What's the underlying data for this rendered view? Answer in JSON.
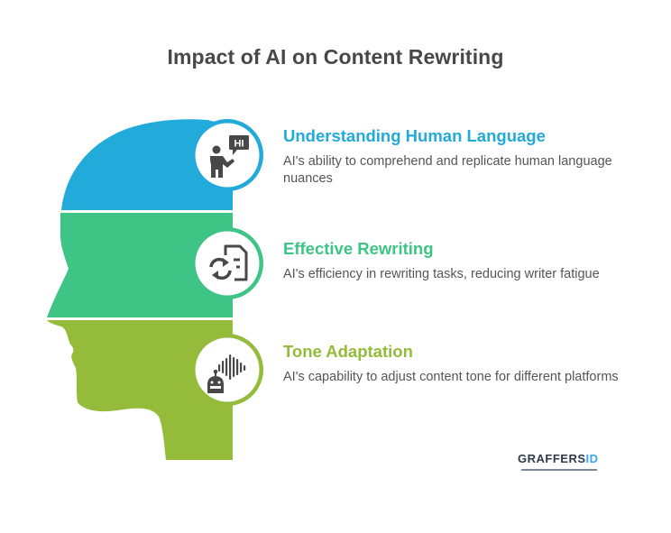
{
  "title": "Impact of AI on Content Rewriting",
  "colors": {
    "section1": "#22aadb",
    "section2": "#3ec585",
    "section3": "#94bb3a",
    "icon": "#484848",
    "body_text": "#555555",
    "title_text": "#484848"
  },
  "items": [
    {
      "heading": "Understanding Human Language",
      "description": "AI's ability to comprehend and replicate human language nuances",
      "icon": "person-speaking-hi-icon",
      "icon_text": "HI",
      "color": "#22aadb"
    },
    {
      "heading": "Effective Rewriting",
      "description": "AI's efficiency in rewriting tasks, reducing writer fatigue",
      "icon": "document-refresh-icon",
      "color": "#3ec585"
    },
    {
      "heading": "Tone Adaptation",
      "description": "AI's capability to adjust content tone for different platforms",
      "icon": "robot-soundwave-icon",
      "color": "#94bb3a"
    }
  ],
  "logo": {
    "brand_main": "GRAFFERS",
    "brand_accent": "ID"
  }
}
